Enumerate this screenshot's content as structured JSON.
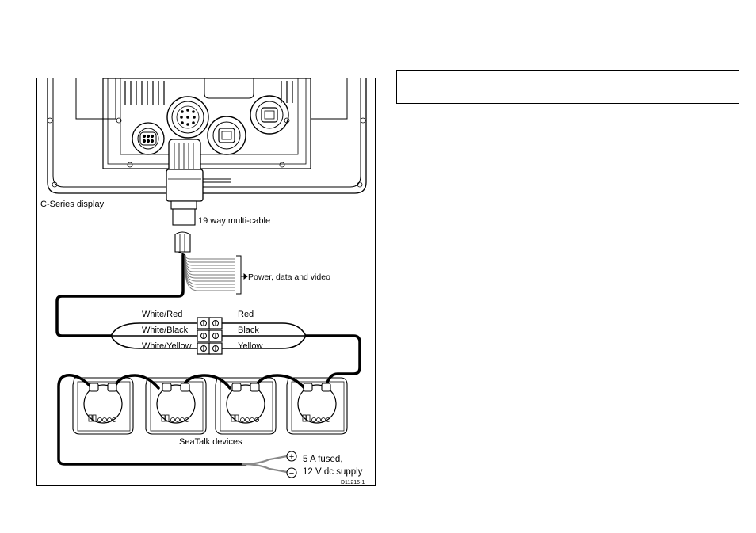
{
  "diagram": {
    "display_label": "C-Series display",
    "cable_label": "19 way multi-cable",
    "bundle_label": "Power, data and video",
    "wires_left": [
      "White/Red",
      "White/Black",
      "White/Yellow"
    ],
    "wires_right": [
      "Red",
      "Black",
      "Yellow"
    ],
    "devices_label": "SeaTalk devices",
    "supply_line1": "5 A fused,",
    "supply_line2": "12 V dc supply",
    "plus_symbol": "+",
    "minus_symbol": "−",
    "figure_id": "D11215-1"
  },
  "note_box": {
    "text": ""
  }
}
